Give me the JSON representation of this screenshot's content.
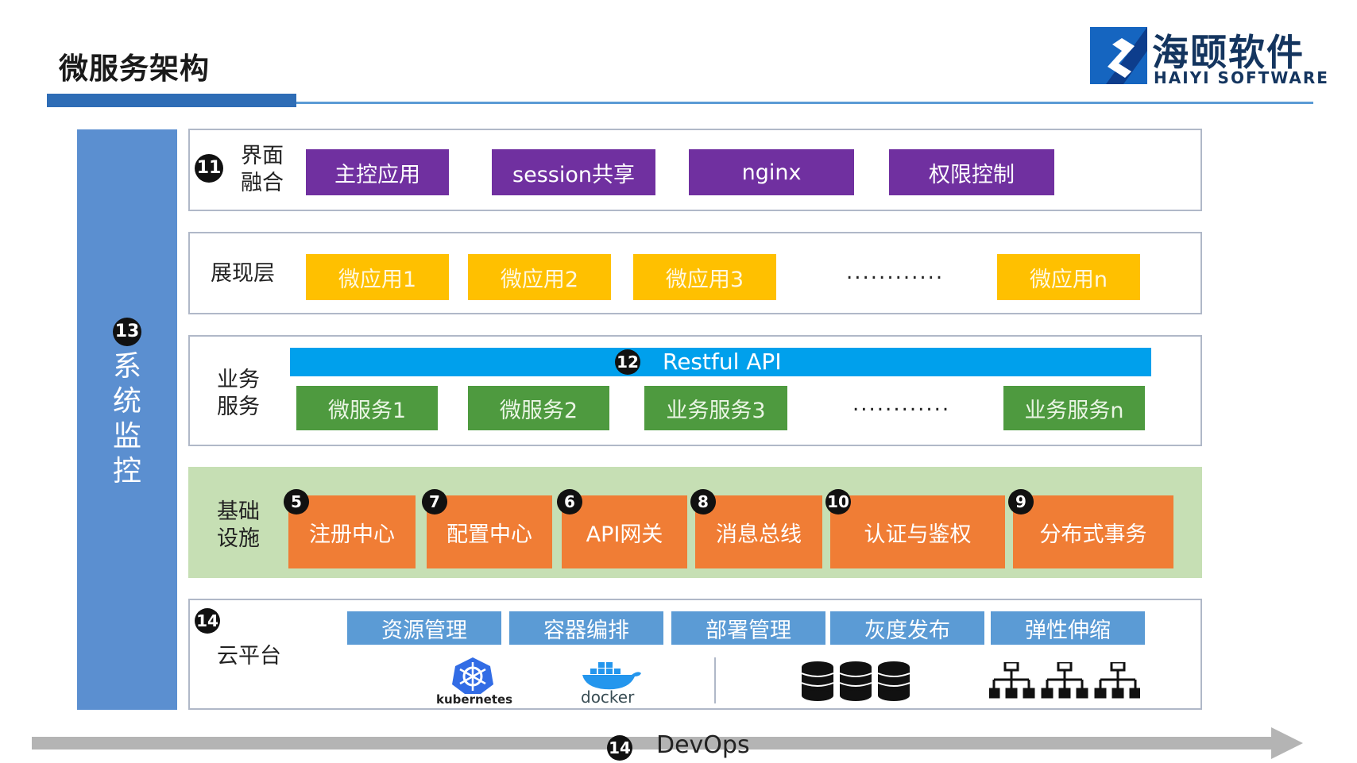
{
  "header": {
    "title": "微服务架构",
    "logo_cn": "海颐软件",
    "logo_en": "HAIYI SOFTWARE",
    "accent": "#2e6db6"
  },
  "monitor": {
    "badge": "13",
    "label": "系统监控",
    "color": "#5b8fd0"
  },
  "layers": {
    "ui_fusion": {
      "badge": "11",
      "label_line1": "界面",
      "label_line2": "融合",
      "items": [
        "主控应用",
        "session共享",
        "nginx",
        "权限控制"
      ],
      "color": "#7030a0"
    },
    "presentation": {
      "label": "展现层",
      "items": [
        "微应用1",
        "微应用2",
        "微应用3",
        "微应用n"
      ],
      "dots": "............",
      "color": "#ffc000"
    },
    "business": {
      "label_line1": "业务",
      "label_line2": "服务",
      "api_badge": "12",
      "api_label": "Restful API",
      "items": [
        "微服务1",
        "微服务2",
        "业务服务3",
        "业务服务n"
      ],
      "dots": "............",
      "color": "#4e9a3f"
    },
    "infrastructure": {
      "label_line1": "基础",
      "label_line2": "设施",
      "items": [
        {
          "badge": "5",
          "label": "注册中心"
        },
        {
          "badge": "7",
          "label": "配置中心"
        },
        {
          "badge": "6",
          "label": "API网关"
        },
        {
          "badge": "8",
          "label": "消息总线"
        },
        {
          "badge": "10",
          "label": "认证与鉴权"
        },
        {
          "badge": "9",
          "label": "分布式事务"
        }
      ],
      "color": "#f07d35"
    },
    "cloud": {
      "badge": "14",
      "label": "云平台",
      "items": [
        "资源管理",
        "容器编排",
        "部署管理",
        "灰度发布",
        "弹性伸缩"
      ],
      "icons": {
        "kubernetes": "kubernetes",
        "docker": "docker"
      },
      "color": "#5b9bd5"
    }
  },
  "devops": {
    "badge": "14",
    "label": "DevOps"
  }
}
